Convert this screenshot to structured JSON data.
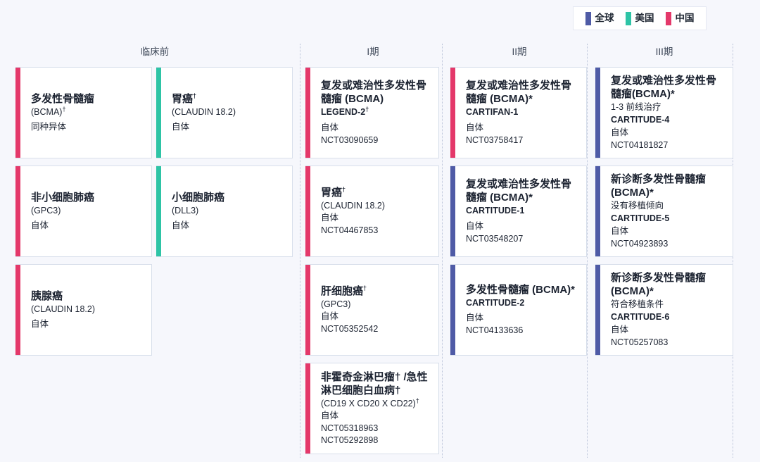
{
  "legend": {
    "items": [
      {
        "label": "全球",
        "color": "#4f5ba6",
        "key": "global"
      },
      {
        "label": "美国",
        "color": "#2ec4a6",
        "key": "us"
      },
      {
        "label": "中国",
        "color": "#e4386a",
        "key": "china"
      }
    ]
  },
  "columns": [
    {
      "id": "preclinical",
      "header": "临床前"
    },
    {
      "id": "phase1",
      "header": "I期"
    },
    {
      "id": "phase2",
      "header": "II期"
    },
    {
      "id": "phase3",
      "header": "III期"
    }
  ],
  "cards": {
    "pre_1": {
      "title": "多发性骨髓瘤",
      "target": "(BCMA)",
      "target_dagger": "†",
      "source": "同种异体",
      "region": "china"
    },
    "pre_2": {
      "title": "胃癌",
      "title_dagger": "†",
      "target": "(CLAUDIN 18.2)",
      "source": "自体",
      "region": "us"
    },
    "pre_3": {
      "title": "非小细胞肺癌",
      "target": "(GPC3)",
      "source": "自体",
      "region": "china"
    },
    "pre_4": {
      "title": "小细胞肺癌",
      "target": "(DLL3)",
      "source": "自体",
      "region": "us"
    },
    "pre_5": {
      "title": "胰腺癌",
      "target": "(CLAUDIN 18.2)",
      "source": "自体",
      "region": "china"
    },
    "p1_1": {
      "title": "复发或难治性多发性骨髓瘤 (BCMA)",
      "study": "LEGEND-2",
      "study_dagger": "†",
      "source": "自体",
      "nct": [
        "NCT03090659"
      ],
      "region": "china"
    },
    "p1_2": {
      "title": "胃癌",
      "title_dagger": "†",
      "target": "(CLAUDIN 18.2)",
      "source": "自体",
      "nct": [
        "NCT04467853"
      ],
      "region": "china"
    },
    "p1_3": {
      "title": "肝细胞癌",
      "title_dagger": "†",
      "target": "(GPC3)",
      "source": "自体",
      "nct": [
        "NCT05352542"
      ],
      "region": "china"
    },
    "p1_4": {
      "title": "非霍奇金淋巴瘤† /急性淋巴细胞白血病†",
      "target": "(CD19 X CD20 X CD22)",
      "target_dagger": "†",
      "source": "自体",
      "nct": [
        "NCT05318963",
        "NCT05292898"
      ],
      "region": "china"
    },
    "p2_1": {
      "title": "复发或难治性多发性骨髓瘤 (BCMA)*",
      "study": "CARTIFAN-1",
      "source": "自体",
      "nct": [
        "NCT03758417"
      ],
      "region": "china"
    },
    "p2_2": {
      "title": "复发或难治性多发性骨髓瘤 (BCMA)*",
      "study": "CARTITUDE-1",
      "source": "自体",
      "nct": [
        "NCT03548207"
      ],
      "region": "global"
    },
    "p2_3": {
      "title": "多发性骨髓瘤 (BCMA)*",
      "study": "CARTITUDE-2",
      "source": "自体",
      "nct": [
        "NCT04133636"
      ],
      "region": "global"
    },
    "p3_1": {
      "title": "复发或难治性多发性骨髓瘤(BCMA)*",
      "note": "1-3 前线治疗",
      "study": "CARTITUDE-4",
      "source": "自体",
      "nct": [
        "NCT04181827"
      ],
      "region": "global"
    },
    "p3_2": {
      "title": "新诊断多发性骨髓瘤 (BCMA)*",
      "note": "没有移植倾向",
      "study": "CARTITUDE-5",
      "source": "自体",
      "nct": [
        "NCT04923893"
      ],
      "region": "global"
    },
    "p3_3": {
      "title": "新诊断多发性骨髓瘤 (BCMA)*",
      "note": "符合移植条件",
      "study": "CARTITUDE-6",
      "source": "自体",
      "nct": [
        "NCT05257083"
      ],
      "region": "global"
    }
  }
}
